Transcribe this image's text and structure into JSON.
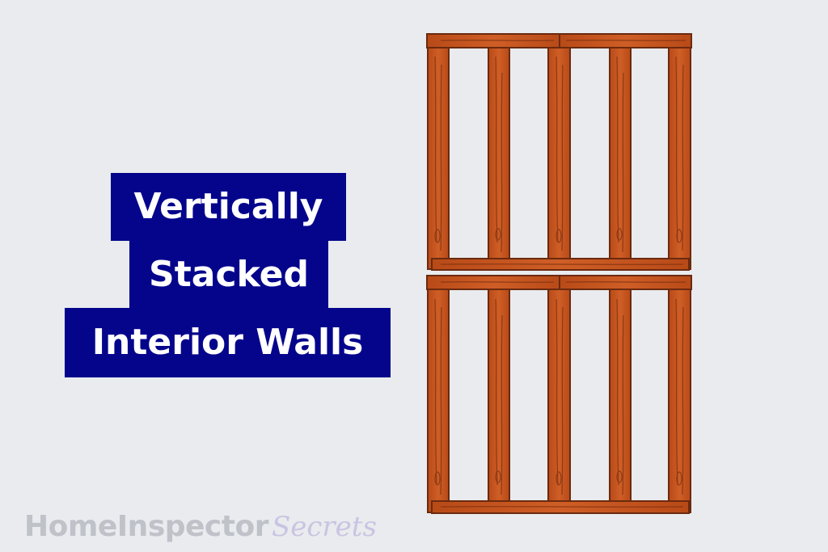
{
  "title": {
    "lines": [
      "Vertically",
      "Stacked",
      "Interior Walls"
    ]
  },
  "colors": {
    "background": "#e9ebee",
    "title_background": "#05058c",
    "title_text": "#ffffff",
    "wood": "#c4531f",
    "wood_grain": "#7a2f10",
    "watermark_gray": "#b9bbc4",
    "watermark_lavender": "#c5bde0"
  },
  "illustration": {
    "description_name": "two-stacked-wall-frames",
    "frames": 2,
    "studs_per_frame": 5
  },
  "watermark": {
    "brand": "HomeInspector",
    "script": "Secrets"
  }
}
